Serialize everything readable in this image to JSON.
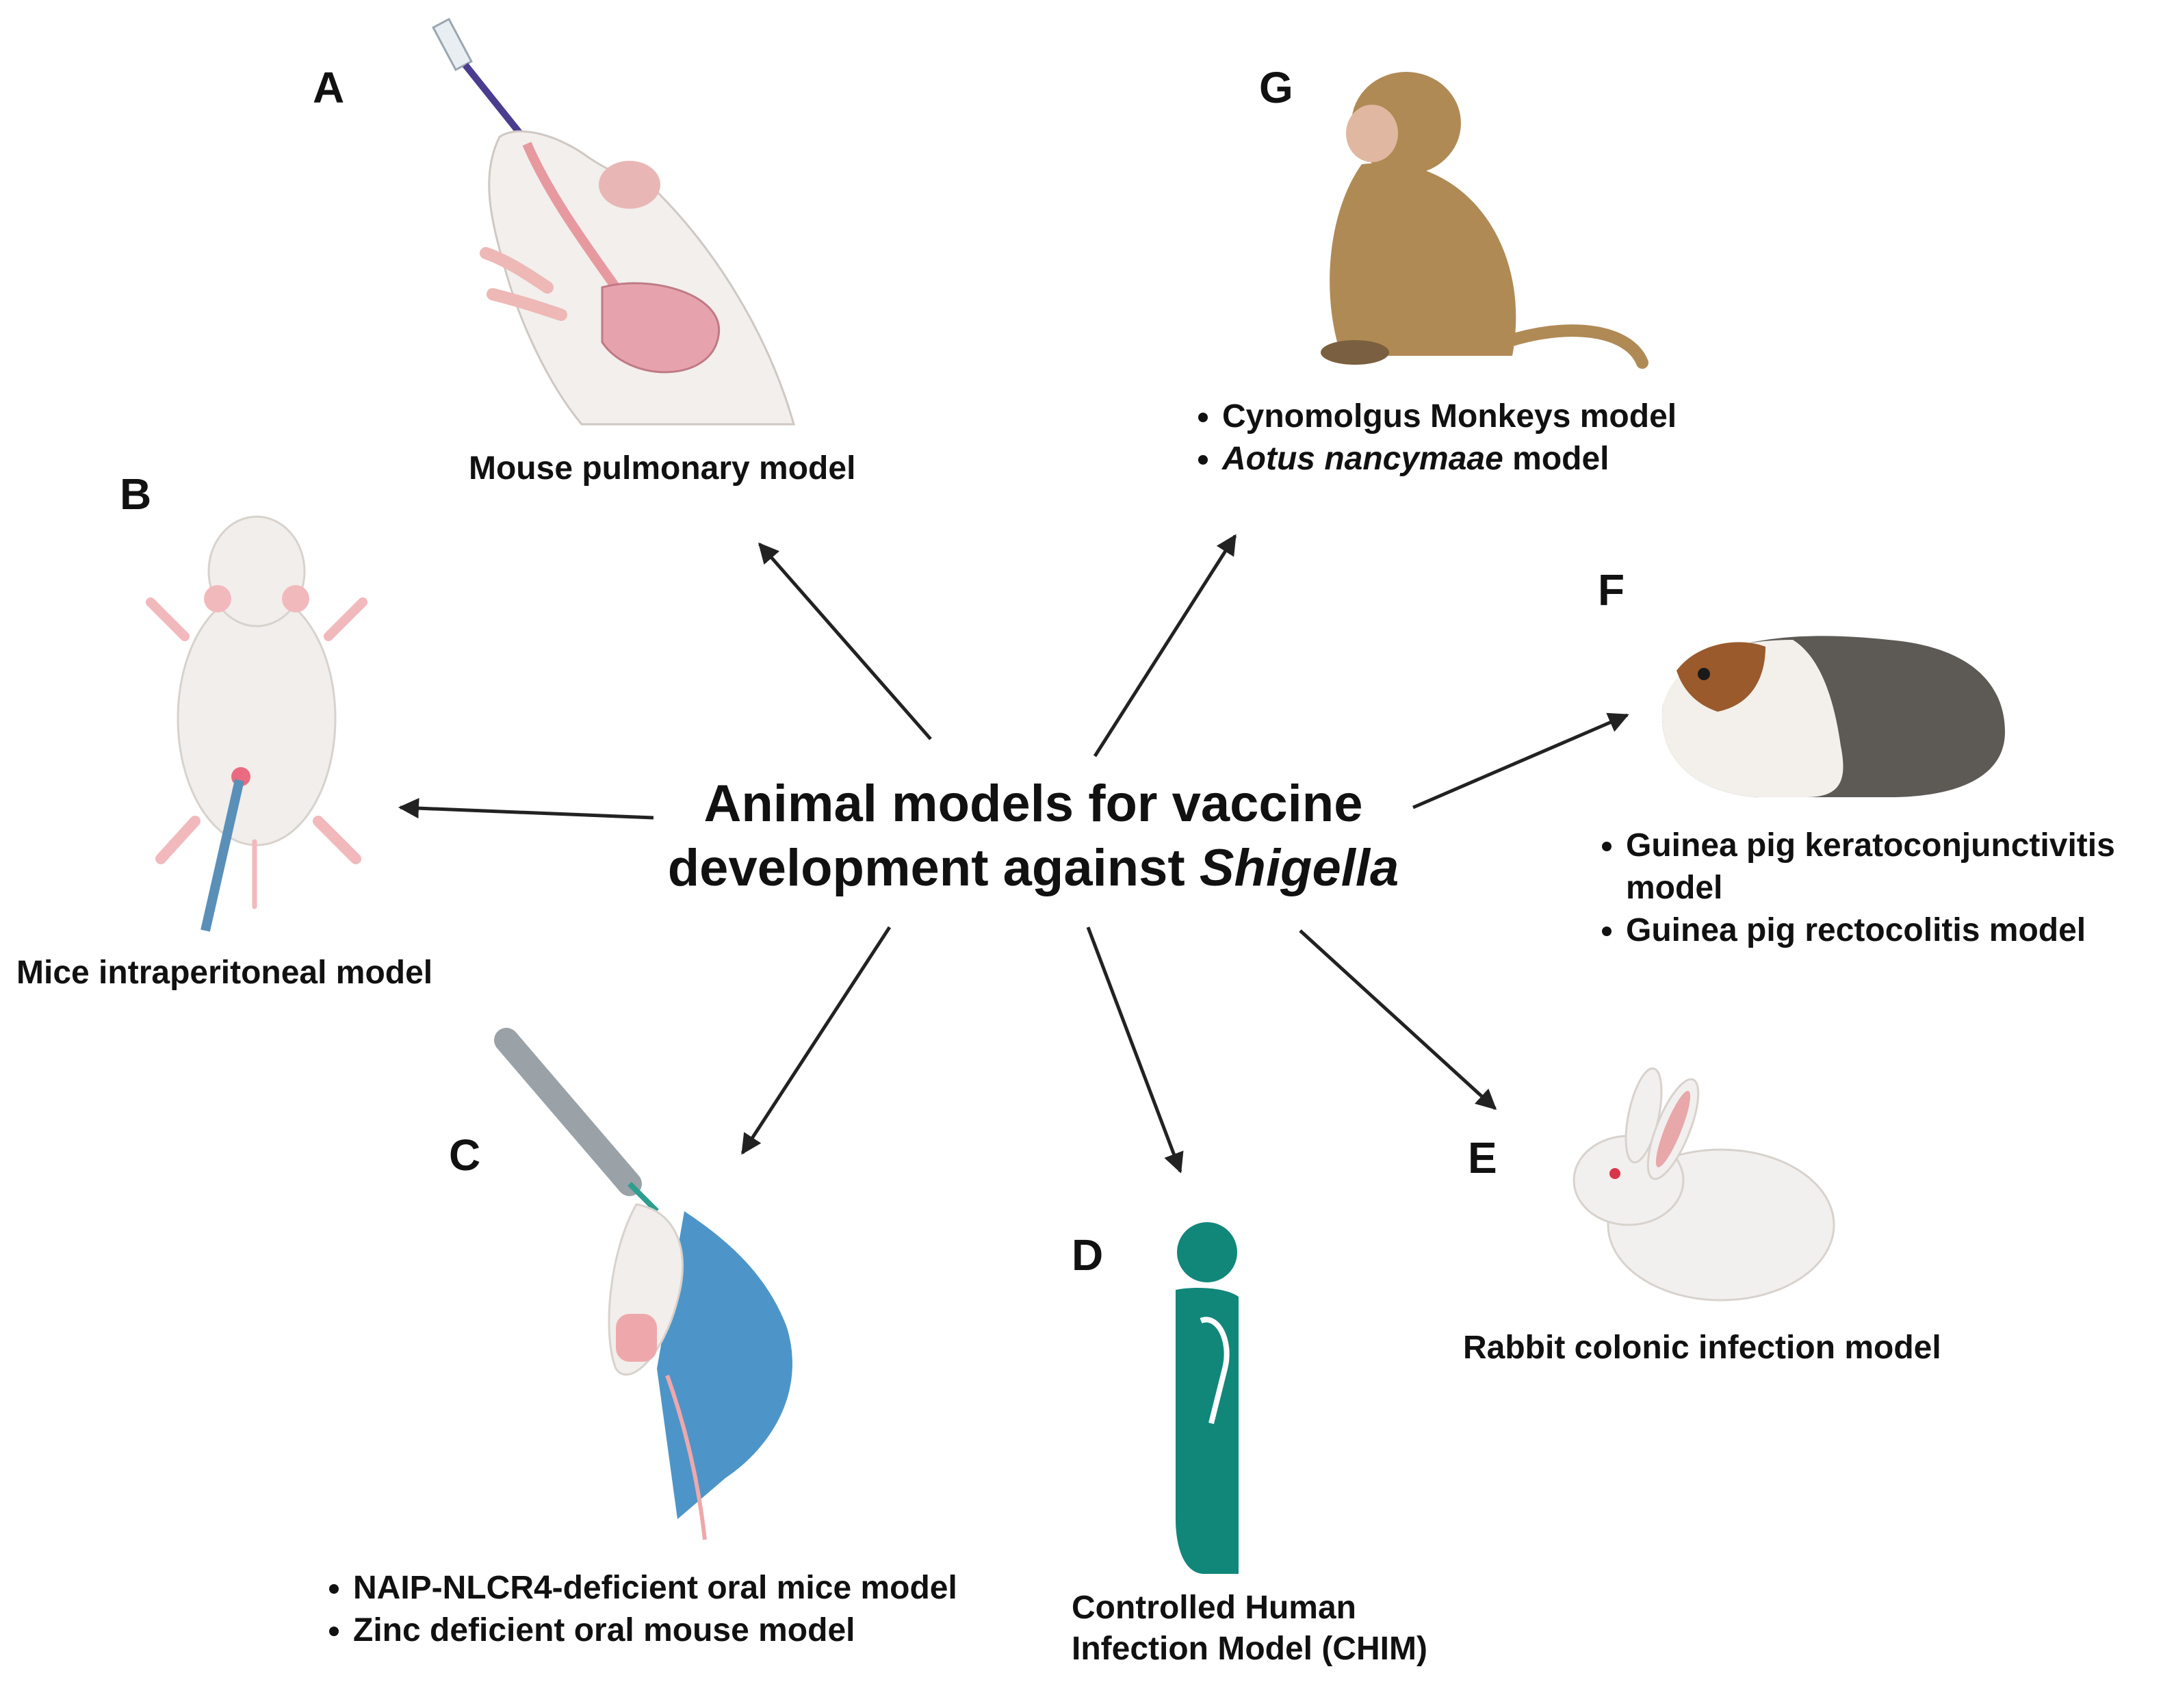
{
  "center": {
    "title_line1": "Animal models for vaccine",
    "title_line2_prefix": "development against ",
    "title_line2_italic": "Shigella"
  },
  "panels": {
    "A": {
      "letter": "A",
      "label": "Mouse pulmonary model"
    },
    "B": {
      "letter": "B",
      "label": "Mice intraperitoneal model"
    },
    "C": {
      "letter": "C",
      "items": [
        "NAIP-NLCR4-deficient oral mice model",
        "Zinc deficient oral mouse model"
      ]
    },
    "D": {
      "letter": "D",
      "label_line1": "Controlled Human",
      "label_line2": "Infection Model (CHIM)"
    },
    "E": {
      "letter": "E",
      "label": "Rabbit colonic infection model"
    },
    "F": {
      "letter": "F",
      "items": [
        "Guinea pig keratoconjunctivitis model",
        "Guinea pig rectocolitis model"
      ]
    },
    "G": {
      "letter": "G",
      "item1": "Cynomolgus Monkeys model",
      "item2_italic": "Aotus nancymaae",
      "item2_rest": " model"
    }
  },
  "colors": {
    "arrow": "#222222",
    "human": "#11877a",
    "glove": "#4d95c8",
    "monkey": "#b08a55",
    "mouse_body": "#f1eeeb",
    "pink": "#e8a7a9",
    "guinea_brown": "#9a5a2c",
    "guinea_gray": "#5d5a56"
  }
}
